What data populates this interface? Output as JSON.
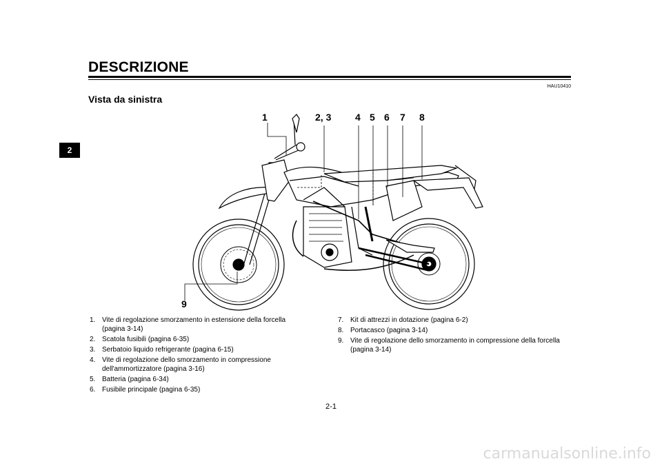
{
  "header": {
    "title": "DESCRIZIONE",
    "code": "HAU10410",
    "subtitle": "Vista da sinistra",
    "chapter": "2"
  },
  "callouts": [
    "1",
    "2, 3",
    "4",
    "5",
    "6",
    "7",
    "8",
    "9"
  ],
  "legend_left": [
    {
      "n": "1.",
      "text": "Vite di regolazione smorzamento in estensione della forcella (pagina 3-14)"
    },
    {
      "n": "2.",
      "text": "Scatola fusibili (pagina 6-35)"
    },
    {
      "n": "3.",
      "text": "Serbatoio liquido refrigerante (pagina 6-15)"
    },
    {
      "n": "4.",
      "text": "Vite di regolazione dello smorzamento in compressione dell'ammortizzatore (pagina 3-16)"
    },
    {
      "n": "5.",
      "text": "Batteria (pagina 6-34)"
    },
    {
      "n": "6.",
      "text": "Fusibile principale (pagina 6-35)"
    }
  ],
  "legend_right": [
    {
      "n": "7.",
      "text": "Kit di attrezzi in dotazione (pagina 6-2)"
    },
    {
      "n": "8.",
      "text": "Portacasco (pagina 3-14)"
    },
    {
      "n": "9.",
      "text": "Vite di regolazione dello smorzamento in compressione della forcella (pagina 3-14)"
    }
  ],
  "footer": {
    "page": "2-1",
    "watermark": "carmanualsonline.info"
  }
}
